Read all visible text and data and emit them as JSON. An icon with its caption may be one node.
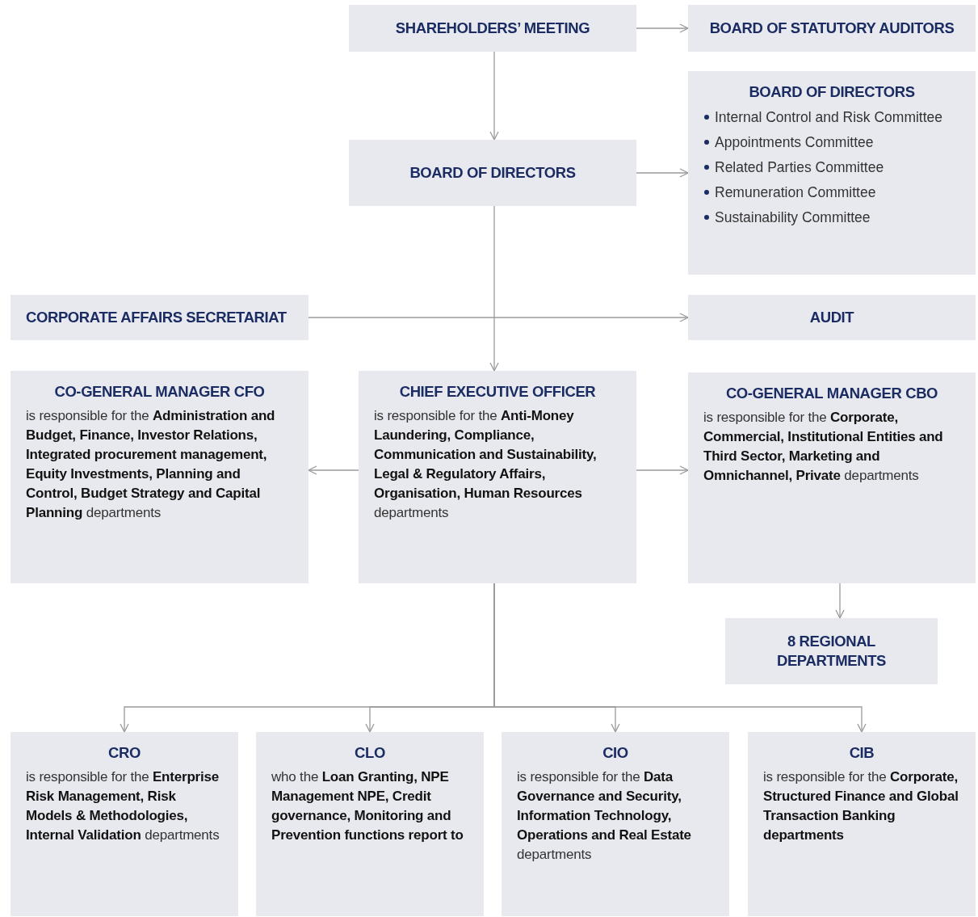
{
  "diagram": {
    "nodes": [
      {
        "text": [
          "SHAREHOLDERS’ MEETING"
        ]
      },
      {
        "text": [
          "BOARD OF STATUTORY AUDITORS"
        ]
      },
      {
        "text": [
          "BOARD OF DIRECTORS"
        ]
      },
      {
        "text": [
          "BOARD OF DIRECTORS",
          "Internal Control and Risk Committee",
          "Appointments Committee",
          "Related Parties Committee",
          "Remuneration Committee",
          "Sustainability Committee"
        ]
      },
      {
        "text": [
          "CORPORATE AFFAIRS SECRETARIAT"
        ]
      },
      {
        "text": [
          "AUDIT"
        ]
      },
      {
        "text": [
          "CO-GENERAL MANAGER CFO",
          "is responsible for the **Administration and Budget, Finance, Investor Relations, Integrated procurement management, Equity Investments, Planning and Control, Budget Strategy and Capital Planning** departments"
        ]
      },
      {
        "text": [
          "CHIEF EXECUTIVE OFFICER",
          "is responsible for the **Anti-Money Laundering, Compliance, Communication and Sustainability, Legal & Regulatory Affairs, Organisation, Human Resources** departments"
        ]
      },
      {
        "text": [
          "CO-GENERAL MANAGER CBO",
          "is responsible for the **Corporate, Commercial, Institutional Entities and Third Sector, Marketing and Omnichannel, Private** departments"
        ]
      },
      {
        "text": [
          "8 REGIONAL DEPARTMENTS"
        ]
      },
      {
        "text": [
          "CRO",
          "is responsible for the **Enterprise Risk Management, Risk Models & Methodologies, Internal Validation** departments"
        ]
      },
      {
        "text": [
          "CLO",
          "who the **Loan Granting, NPE Management NPE, Credit governance, Monitoring and Prevention functions report to**"
        ]
      },
      {
        "text": [
          "CIO",
          "is responsible for the **Data Governance and Security, Information Technology, Operations and Real Estate** departments"
        ]
      },
      {
        "text": [
          "CIB",
          "is responsible for the **Corporate, Structured Finance and Global Transaction Banking departments**"
        ]
      }
    ],
    "edges": [
      {
        "from": 0,
        "to": 1,
        "arrow": "to"
      },
      {
        "from": 0,
        "to": 2,
        "arrow": "to"
      },
      {
        "from": 2,
        "to": 3,
        "arrow": "to"
      },
      {
        "from": 4,
        "to": 5,
        "arrow": "to"
      },
      {
        "from": 2,
        "to": 7,
        "arrow": "to"
      },
      {
        "from": 7,
        "to": 6,
        "arrow": "to"
      },
      {
        "from": 7,
        "to": 8,
        "arrow": "to"
      },
      {
        "from": 8,
        "to": 9,
        "arrow": "to"
      },
      {
        "from": 7,
        "to": 10,
        "arrow": "to"
      },
      {
        "from": 7,
        "to": 11,
        "arrow": "to"
      },
      {
        "from": 7,
        "to": 12,
        "arrow": "to"
      },
      {
        "from": 7,
        "to": 13,
        "arrow": "to"
      }
    ]
  }
}
